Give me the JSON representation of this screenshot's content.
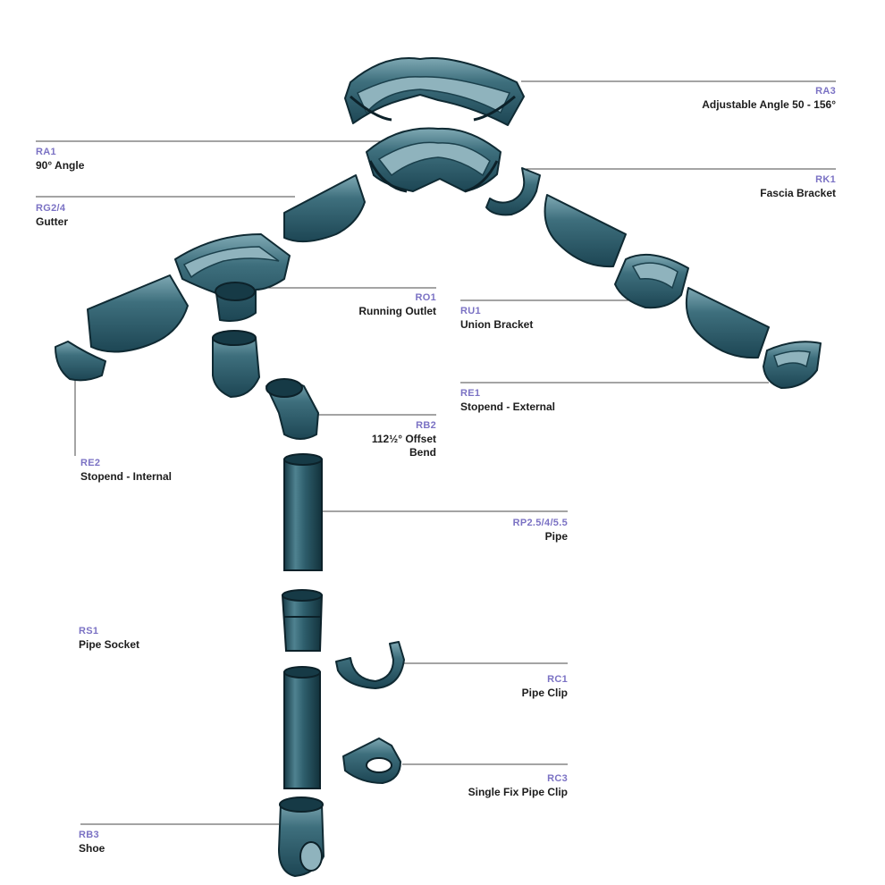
{
  "components": [
    {
      "id": "ra3",
      "code": "RA3",
      "name": "Adjustable Angle 50 - 156°"
    },
    {
      "id": "ra1",
      "code": "RA1",
      "name": "90° Angle"
    },
    {
      "id": "rk1",
      "code": "RK1",
      "name": "Fascia Bracket"
    },
    {
      "id": "rg",
      "code": "RG2/4",
      "name": "Gutter"
    },
    {
      "id": "ro1",
      "code": "RO1",
      "name": "Running Outlet"
    },
    {
      "id": "ru1",
      "code": "RU1",
      "name": "Union Bracket"
    },
    {
      "id": "re1",
      "code": "RE1",
      "name": "Stopend - External"
    },
    {
      "id": "rb2",
      "code": "RB2",
      "name": "112½° Offset Bend"
    },
    {
      "id": "re2",
      "code": "RE2",
      "name": "Stopend - Internal"
    },
    {
      "id": "rp",
      "code": "RP2.5/4/5.5",
      "name": "Pipe"
    },
    {
      "id": "rs1",
      "code": "RS1",
      "name": "Pipe Socket"
    },
    {
      "id": "rc1",
      "code": "RC1",
      "name": "Pipe Clip"
    },
    {
      "id": "rc3",
      "code": "RC3",
      "name": "Single Fix Pipe Clip"
    },
    {
      "id": "rb3",
      "code": "RB3",
      "name": "Shoe"
    }
  ],
  "colors": {
    "part": "#2d5f6e",
    "highlight": "#9cc3cc",
    "outline": "#0f2a33",
    "code": "#7b72c4",
    "text": "#1c1c1c"
  }
}
